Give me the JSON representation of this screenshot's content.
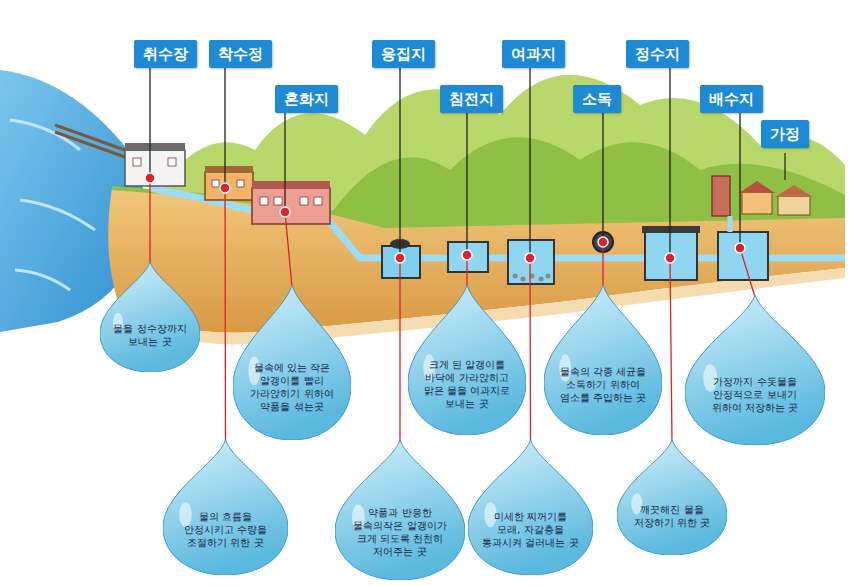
{
  "diagram": {
    "nodes": [
      {
        "text": [
          "취수장"
        ]
      },
      {
        "text": [
          "착수정"
        ]
      },
      {
        "text": [
          "혼화지"
        ]
      },
      {
        "text": [
          "응집지"
        ]
      },
      {
        "text": [
          "침전지"
        ]
      },
      {
        "text": [
          "여과지"
        ]
      },
      {
        "text": [
          "소독"
        ]
      },
      {
        "text": [
          "정수지"
        ]
      },
      {
        "text": [
          "배수지"
        ]
      },
      {
        "text": [
          "가정"
        ]
      },
      {
        "text": [
          "물을 정수장까지 보내는 곳"
        ]
      },
      {
        "text": [
          "물의 흐름을 안정시키고 수량을 조절하기 위한 곳"
        ]
      },
      {
        "text": [
          "물속에 있는 작은 알갱이를 빨리 가라앉히기 위하여 약품을 섞는곳"
        ]
      },
      {
        "text": [
          "약품과 반응한 물속의작은 알갱이가 크게 되도록 천천히 저어주는 곳"
        ]
      },
      {
        "text": [
          "크게 된 알갱이를 바닥에 가라앉히고 맑은 물을 여과지로 보내는 곳"
        ]
      },
      {
        "text": [
          "미세한 찌꺼기를 모래, 자갈층을 통과시켜 걸러내는 곳"
        ]
      },
      {
        "text": [
          "물속의 각종 세균을 소독하기 위하여 염소를 주입하는 곳"
        ]
      },
      {
        "text": [
          "깨끗해진 물을 저장하기 위한 곳"
        ]
      },
      {
        "text": [
          "가정까지 수돗물을 안정적으로 보내기 위하여 저장하는 곳"
        ]
      }
    ],
    "edges": [
      {
        "from": 0,
        "to": 10,
        "arrow": "none"
      },
      {
        "from": 1,
        "to": 11,
        "arrow": "none"
      },
      {
        "from": 2,
        "to": 12,
        "arrow": "none"
      },
      {
        "from": 3,
        "to": 13,
        "arrow": "none"
      },
      {
        "from": 4,
        "to": 14,
        "arrow": "none"
      },
      {
        "from": 5,
        "to": 15,
        "arrow": "none"
      },
      {
        "from": 6,
        "to": 16,
        "arrow": "none"
      },
      {
        "from": 7,
        "to": 17,
        "arrow": "none"
      },
      {
        "from": 8,
        "to": 18,
        "arrow": "none"
      }
    ]
  }
}
